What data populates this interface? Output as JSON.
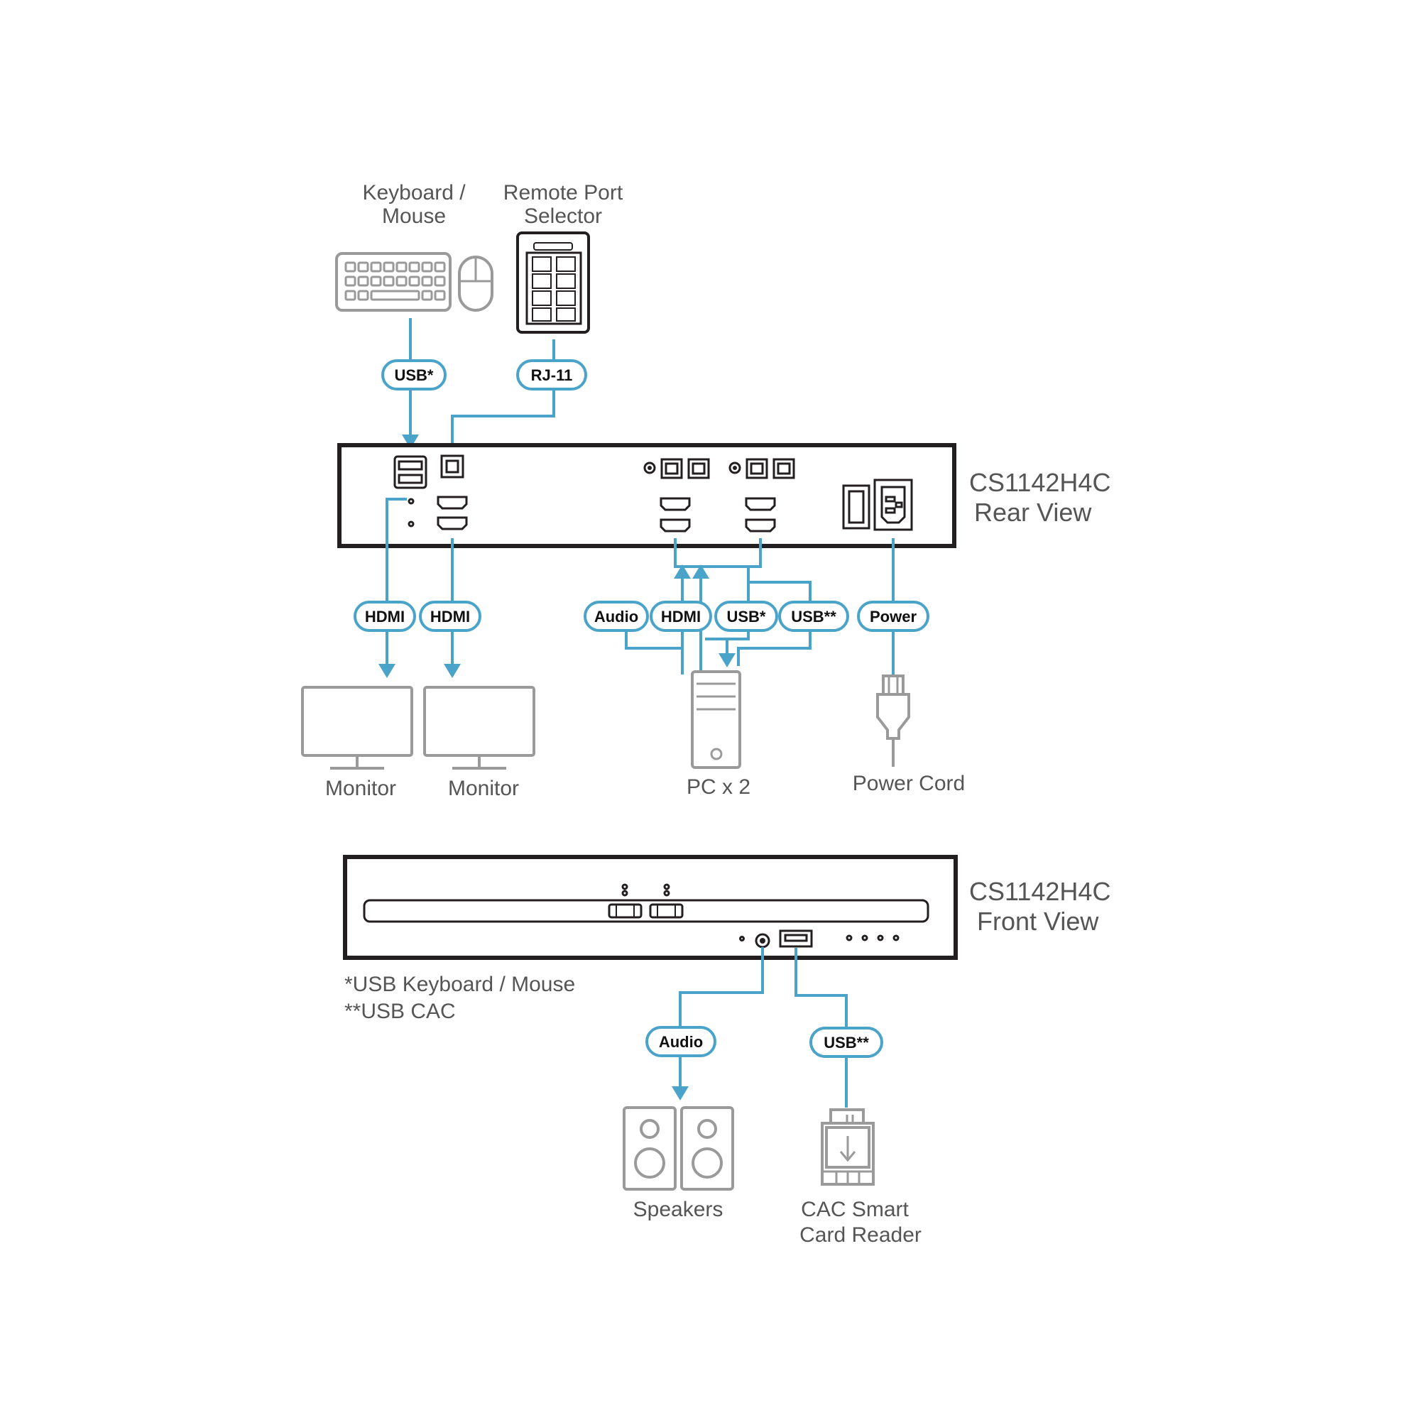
{
  "rear": {
    "model": "CS1142H4C",
    "view": "Rear View"
  },
  "front": {
    "model": "CS1142H4C",
    "view": "Front View"
  },
  "devices": {
    "keyboard_line1": "Keyboard /",
    "keyboard_line2": "Mouse",
    "remote_line1": "Remote Port",
    "remote_line2": "Selector",
    "monitor1": "Monitor",
    "monitor2": "Monitor",
    "pc": "PC x 2",
    "power_cord": "Power Cord",
    "speakers": "Speakers",
    "cac_line1": "CAC Smart",
    "cac_line2": "Card Reader"
  },
  "cables": {
    "kb_usb": "USB*",
    "rj11": "RJ-11",
    "hdmi1": "HDMI",
    "hdmi2": "HDMI",
    "pc_audio": "Audio",
    "pc_hdmi": "HDMI",
    "pc_usb": "USB*",
    "pc_usbcac": "USB**",
    "power": "Power",
    "front_audio": "Audio",
    "front_usb": "USB**"
  },
  "notes": {
    "line1": "*USB Keyboard / Mouse",
    "line2": "**USB CAC"
  },
  "colors": {
    "cable": "#4aa3c8",
    "device_outline": "#9a9a9a",
    "unit_outline": "#231f20"
  }
}
